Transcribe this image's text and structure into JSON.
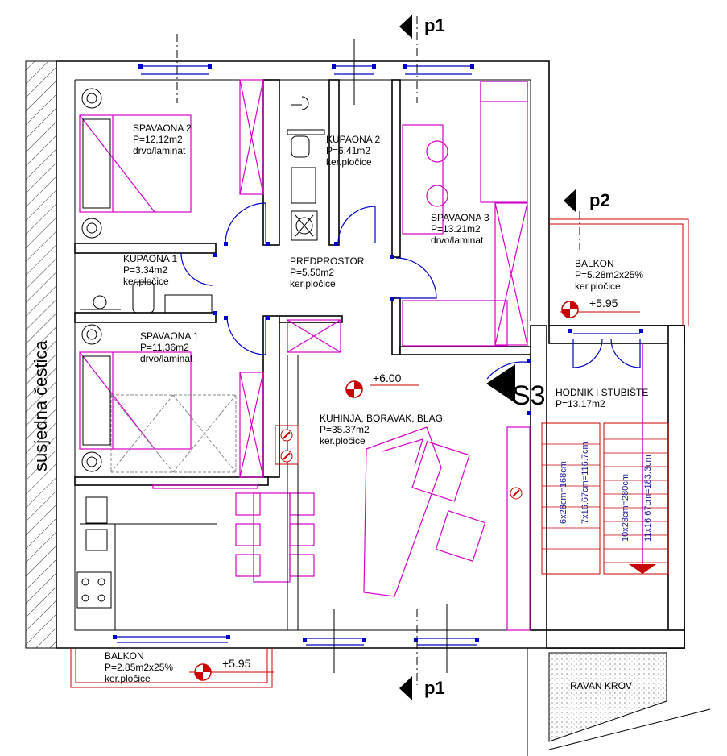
{
  "rooms": {
    "spavaona2": {
      "name": "SPAVAONA 2",
      "area": "P=12,12m2",
      "floor": "drvo/laminat"
    },
    "kupaona2": {
      "name": "KUPAONA 2",
      "area": "P=6.41m2",
      "floor": "ker.pločice"
    },
    "spavaona3": {
      "name": "SPAVAONA 3",
      "area": "P=13.21m2",
      "floor": "drvo/laminat"
    },
    "kupaona1": {
      "name": "KUPAONA 1",
      "area": "P=3.34m2",
      "floor": "ker.pločice"
    },
    "predprostor": {
      "name": "PREDPROSTOR",
      "area": "P=5.50m2",
      "floor": "ker.pločice"
    },
    "spavaona1": {
      "name": "SPAVAONA 1",
      "area": "P=11,36m2",
      "floor": "drvo/laminat"
    },
    "kuhinja": {
      "name": "KUHINJA, BORAVAK, BLAG.",
      "area": "P=35.37m2",
      "floor": "ker.pločice"
    },
    "hodnik": {
      "name": "HODNIK I STUBIŠTE",
      "area": "P=13.17m2"
    },
    "balkon_right": {
      "name": "BALKON",
      "area": "P=5.28m2x25%",
      "floor": "ker.pločice"
    },
    "balkon_bottom": {
      "name": "BALKON",
      "area": "P=2.85m2x25%",
      "floor": "ker.pločice"
    },
    "ravan_krov": {
      "name": "RAVAN KROV"
    }
  },
  "levels": {
    "main": "+6.00",
    "balkon_right": "+5.95",
    "balkon_bottom": "+5.95"
  },
  "sections": {
    "p1_top": "p1",
    "p1_bottom": "p1",
    "p2": "p2",
    "s3": "S3"
  },
  "neighbor_label": "susjedna čestica",
  "stairs": {
    "left_a": "6x28cm=168cm",
    "left_b": "7x16.67cm=116.7cm",
    "right_a": "10x28cm=280cm",
    "right_b": "11x16.67cm=183.3cm"
  },
  "colors": {
    "furniture": "#d400c8",
    "windows": "#0000c8",
    "walls": "#000000",
    "symbols": "#c80000"
  }
}
